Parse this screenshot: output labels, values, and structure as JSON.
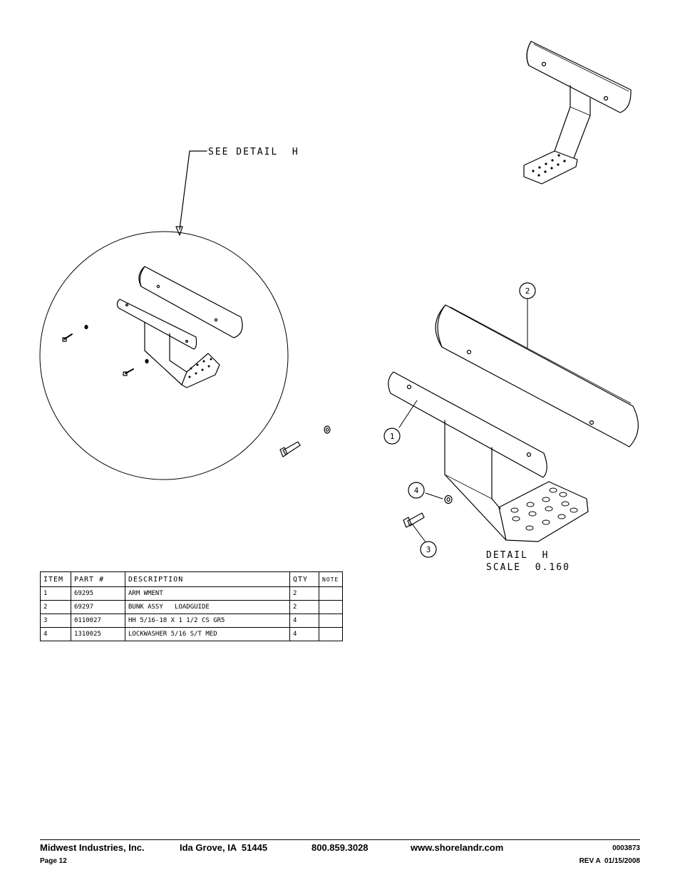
{
  "callout": {
    "see_detail": "SEE DETAIL  H"
  },
  "detail": {
    "title": "DETAIL  H",
    "scale": "SCALE  0.160"
  },
  "balloons": [
    "1",
    "2",
    "3",
    "4"
  ],
  "table": {
    "headers": {
      "item": "ITEM",
      "part": "PART #",
      "description": "DESCRIPTION",
      "qty": "QTY",
      "note": "NOTE"
    },
    "rows": [
      {
        "item": "1",
        "part": "69295",
        "description": "ARM WMENT",
        "qty": "2",
        "note": ""
      },
      {
        "item": "2",
        "part": "69297",
        "description": "BUNK ASSY   LOADGUIDE",
        "qty": "2",
        "note": ""
      },
      {
        "item": "3",
        "part": "0110027",
        "description": "HH 5/16-18 X 1 1/2 CS GR5",
        "qty": "4",
        "note": ""
      },
      {
        "item": "4",
        "part": "1310025",
        "description": "LOCKWASHER 5/16 S/T MED",
        "qty": "4",
        "note": ""
      }
    ]
  },
  "footer": {
    "company": "Midwest Industries, Inc.",
    "city": "Ida Grove, IA  51445",
    "phone": "800.859.3028",
    "website": "www.shorelandr.com",
    "doc_number": "0003873",
    "page": "Page 12",
    "revision": "REV A  01/15/2008"
  }
}
